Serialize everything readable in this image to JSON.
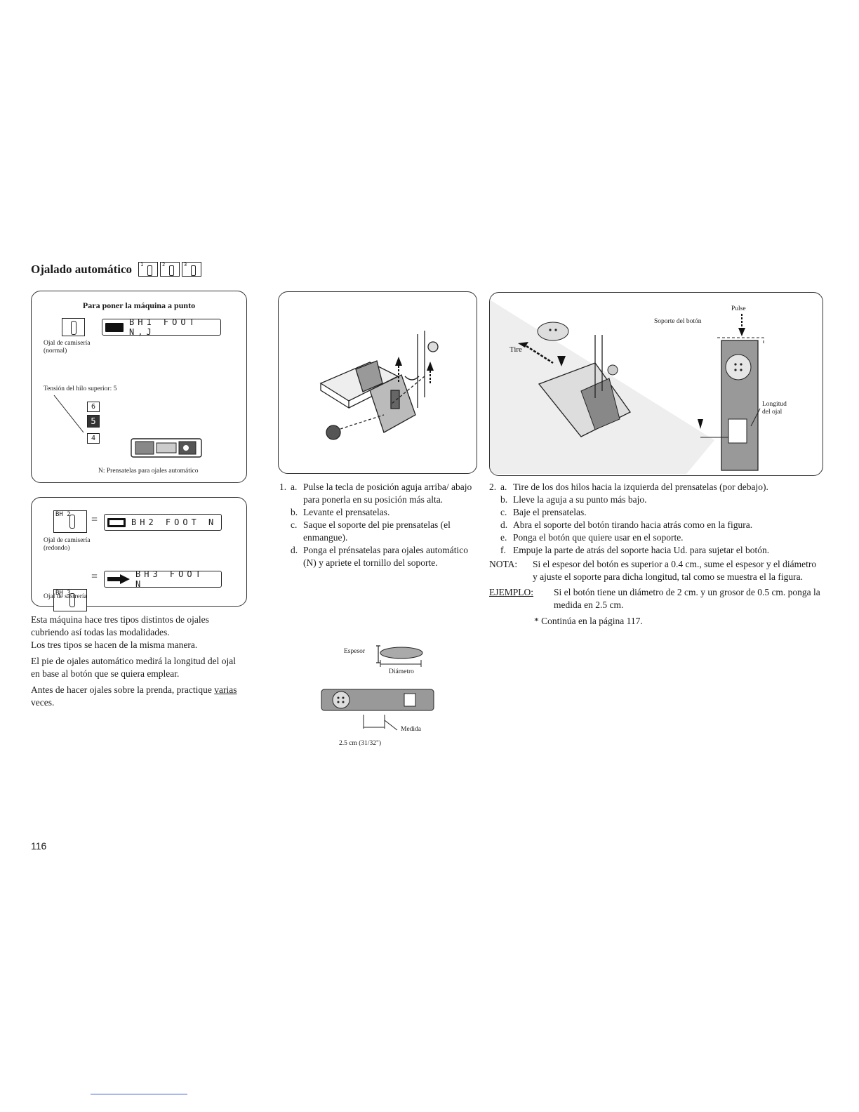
{
  "title": "Ojalado automático",
  "title_keys": [
    "1",
    "2",
    "3"
  ],
  "setup": {
    "heading": "Para poner la máquina a punto",
    "lcd_text": "BH1 FOOT N,J",
    "caption_line1": "Ojal de camisería",
    "caption_line2": "(normal)",
    "tension_label": "Tensión del hilo superior: 5",
    "dial_values": [
      "6",
      "5",
      "4"
    ],
    "foot_caption": "N: Prensatelas para ojales automático"
  },
  "types": {
    "bh2_key": "BH 2",
    "equals": "=",
    "bh2_lcd": "BH2 FOOT N",
    "bh2_caption1": "Ojal de camisería",
    "bh2_caption2": "(redondo)",
    "bh3_key": "BH 3",
    "bh3_lcd": "BH3 FOOT N",
    "bh3_caption": "Ojal de sastrería"
  },
  "left_paragraphs": [
    "Esta máquina hace tres tipos distintos de ojales cubriendo así todas las modalidades.",
    "Los tres tipos se hacen de la misma manera.",
    "El pie de ojales automático medirá la longitud del ojal en base al botón que se quiera emplear."
  ],
  "left_last_a": "Antes de hacer ojales sobre la prenda, practique ",
  "left_last_underlined": "varias",
  "left_last_b": " veces.",
  "step1": {
    "num": "1.",
    "items": [
      {
        "l": "a.",
        "t": "Pulse la tecla de posición aguja arriba/ abajo para ponerla en su posición más alta."
      },
      {
        "l": "b.",
        "t": "Levante el prensatelas."
      },
      {
        "l": "c.",
        "t": "Saque el soporte del pie prensatelas (el enmangue)."
      },
      {
        "l": "d.",
        "t": "Ponga el prénsatelas para ojales automático (N) y apriete el tornillo del soporte."
      }
    ]
  },
  "measure": {
    "espesor": "Espesor",
    "diametro": "Diámetro",
    "medida": "Medida",
    "size": "2.5 cm (31/32\")"
  },
  "fig2_labels": {
    "pulse": "Pulse",
    "soporte": "Soporte del botón",
    "tire": "Tire",
    "longitud1": "Longitud",
    "longitud2": "del ojal"
  },
  "step2": {
    "num": "2.",
    "items": [
      {
        "l": "a.",
        "t": "Tire de los dos hilos hacia la izquierda del prensatelas (por debajo)."
      },
      {
        "l": "b.",
        "t": "Lleve la aguja a su punto más bajo."
      },
      {
        "l": "c.",
        "t": "Baje el prensatelas."
      },
      {
        "l": "d.",
        "t": "Abra el soporte del botón tirando hacia atrás como en la figura."
      },
      {
        "l": "e.",
        "t": "Ponga el botón que quiere usar en el soporte."
      },
      {
        "l": "f.",
        "t": "Empuje la parte de atrás del soporte hacia Ud.  para sujetar el botón."
      }
    ]
  },
  "nota_label": "NOTA:",
  "nota_text": "Si el espesor del botón es superior a 0.4 cm., sume el espesor y el diámetro y ajuste el soporte para dicha longitud, tal como se muestra el la figura.",
  "ejemplo_label": "EJEMPLO:",
  "ejemplo_text": "Si el botón tiene un diámetro de 2 cm. y un grosor de 0.5 cm. ponga la medida en 2.5 cm.",
  "continua": "*   Continúa en la página 117.",
  "page_number": "116"
}
